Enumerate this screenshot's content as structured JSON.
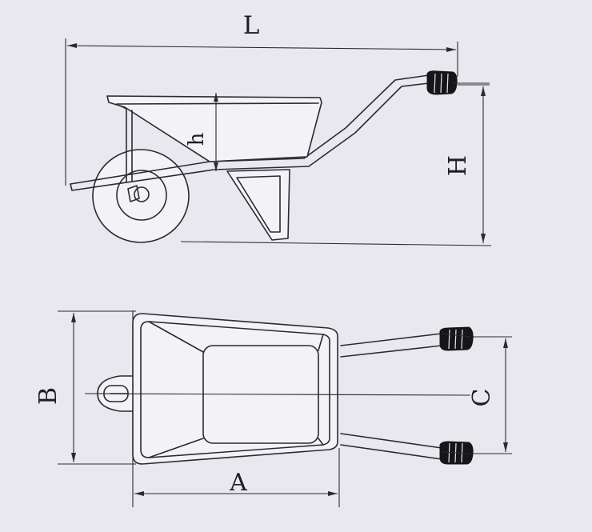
{
  "diagram": {
    "dimension_labels": {
      "L": "L",
      "H": "H",
      "h": "h",
      "B": "B",
      "A": "A",
      "C": "C"
    },
    "colors": {
      "background": "#e9e8ee",
      "line": "#2a2a30",
      "grip": "#161618"
    }
  }
}
